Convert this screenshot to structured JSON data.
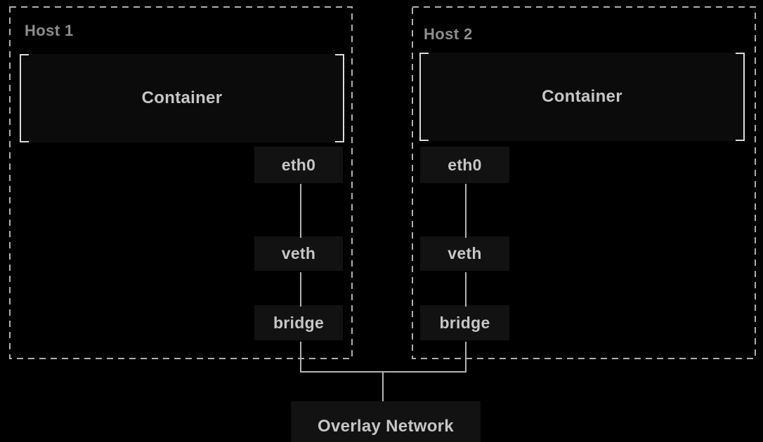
{
  "diagram_title": "overlay-network-diagram",
  "hosts": [
    {
      "label": "Host 1",
      "container": "Container",
      "nodes": [
        "eth0",
        "veth",
        "bridge"
      ]
    },
    {
      "label": "Host 2",
      "container": "Container",
      "nodes": [
        "eth0",
        "veth",
        "bridge"
      ]
    }
  ],
  "overlay": {
    "label": "Overlay Network"
  },
  "colors": {
    "background": "#000000",
    "host_border": "#b0b0b0",
    "host_label": "#8d8d8d",
    "container_fill": "#0b0b0b",
    "bracket": "#dcdcdc",
    "node_fill": "#121212",
    "node_label": "#c6c6c6",
    "line": "#b3b3b3"
  }
}
